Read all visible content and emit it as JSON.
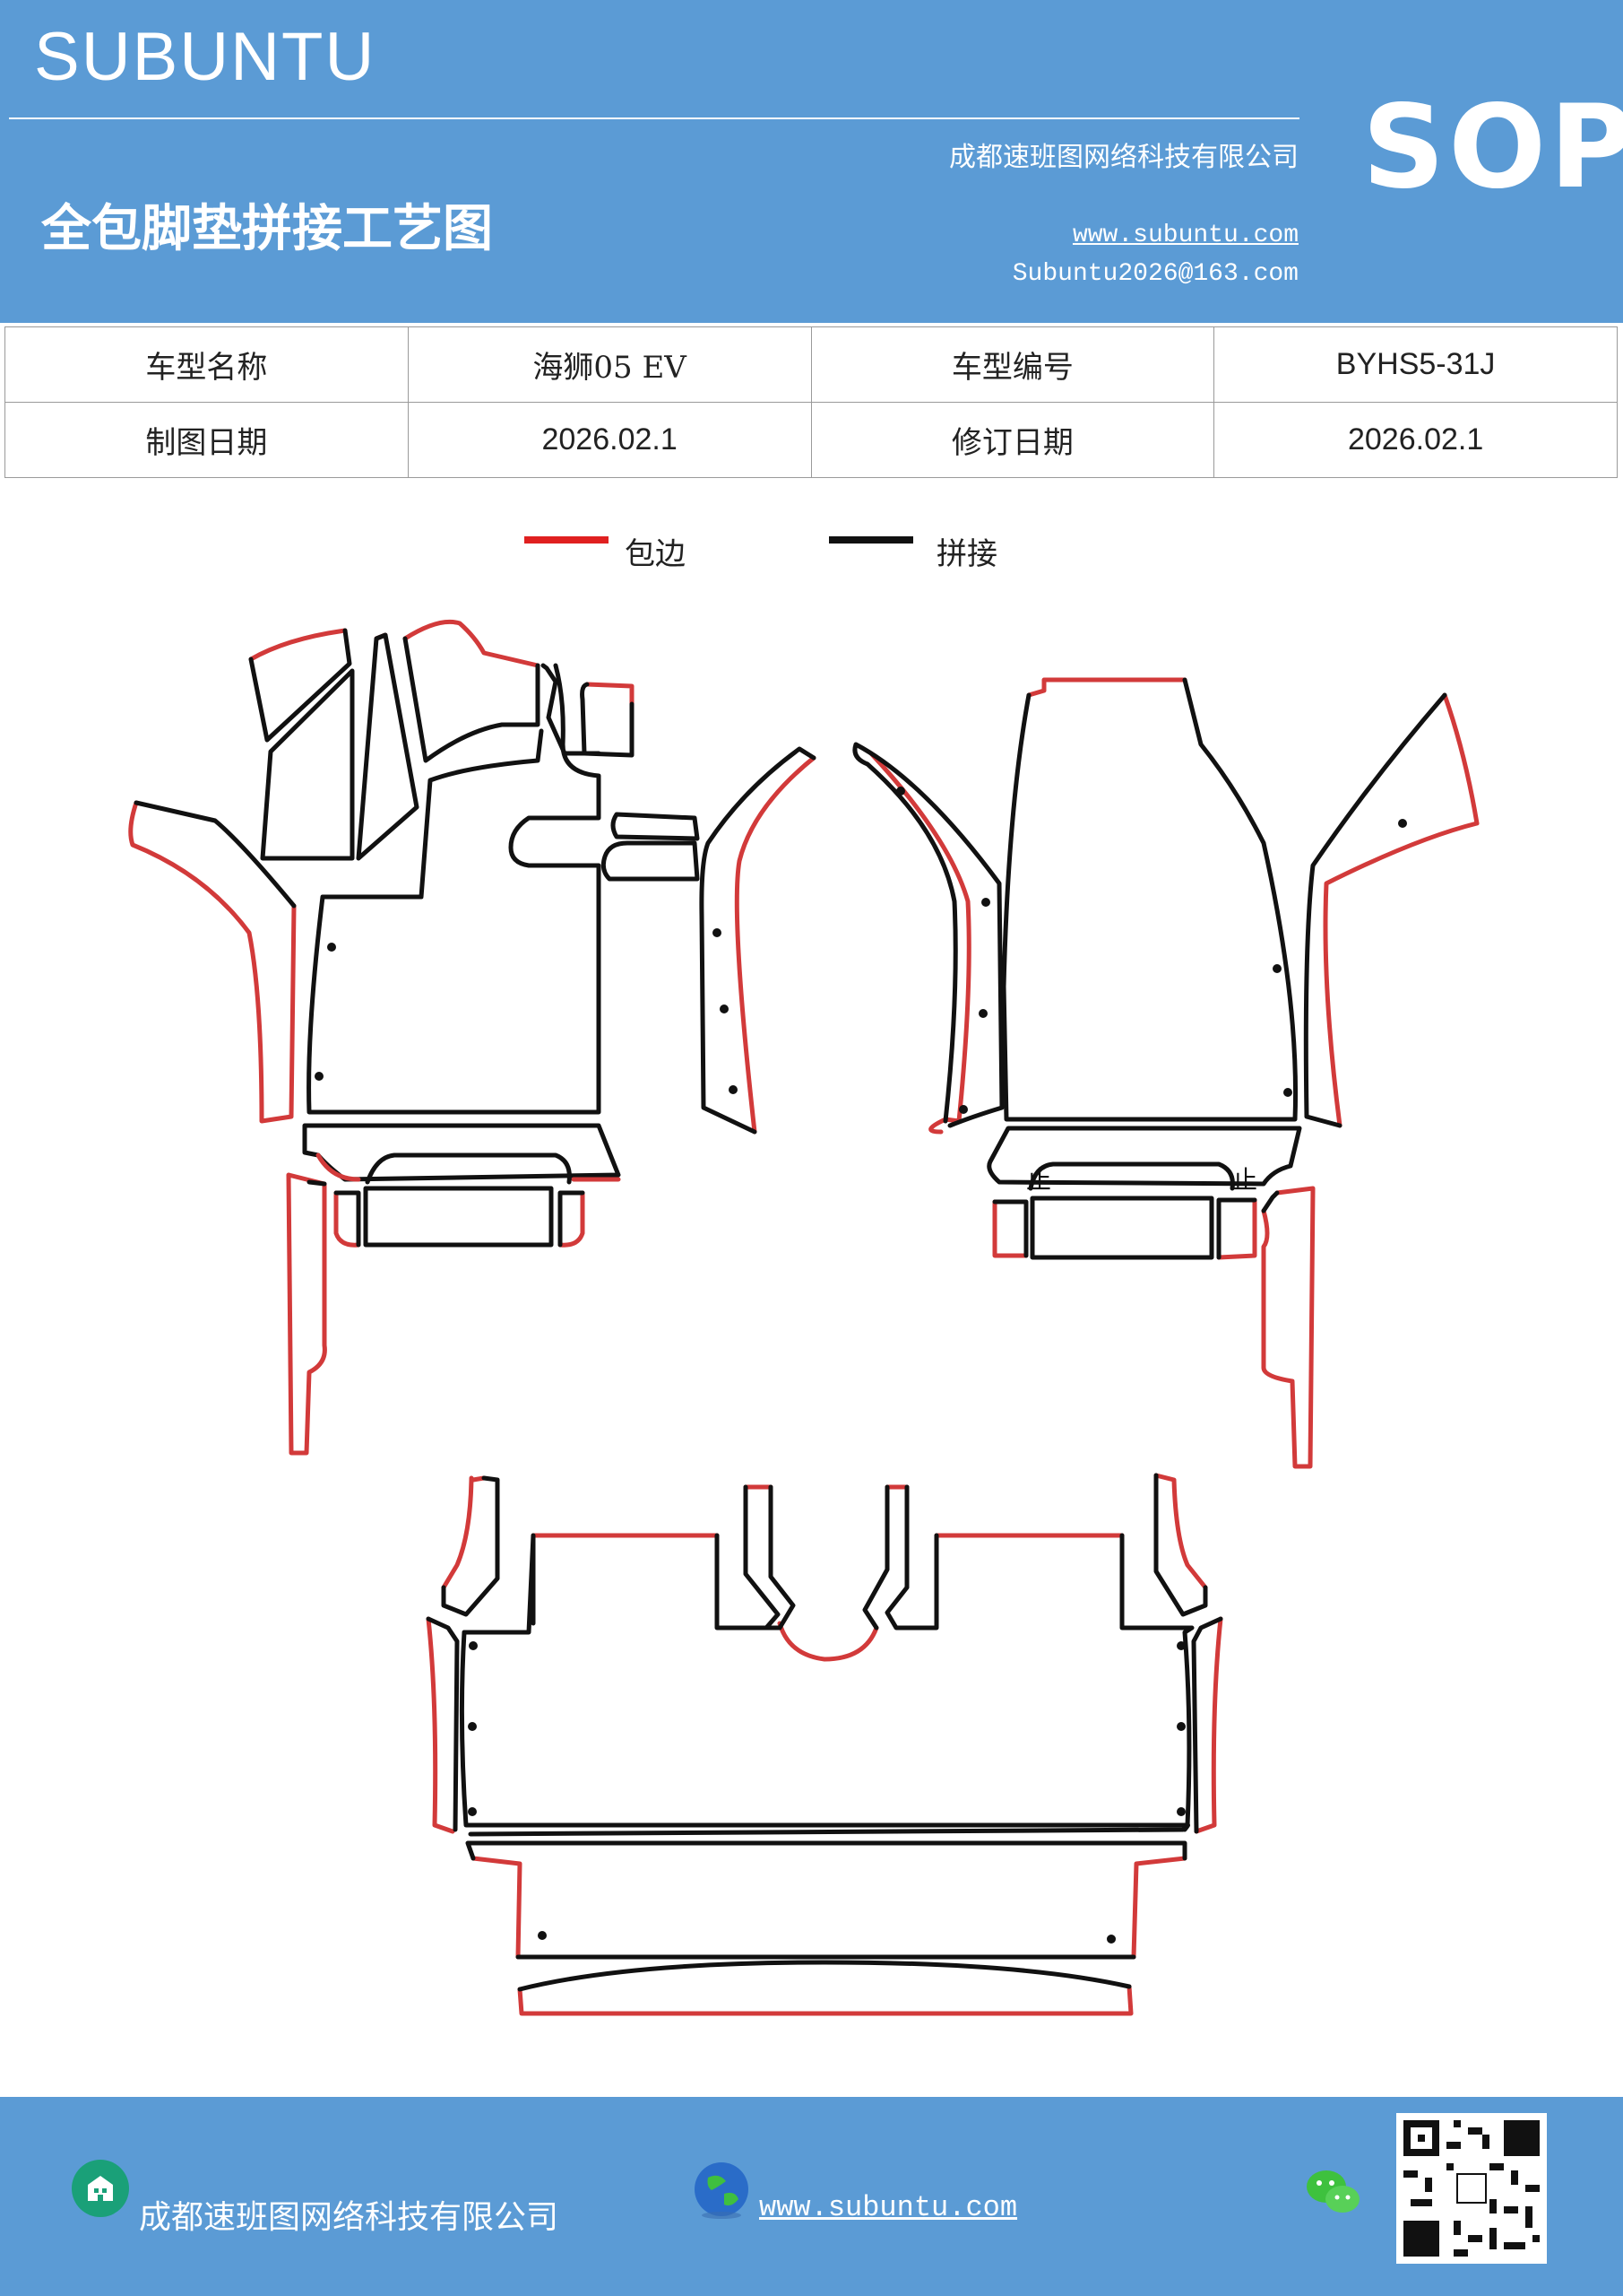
{
  "header": {
    "brand": "SUBUNTU",
    "title": "全包脚垫拼接工艺图",
    "company": "成都速班图网络科技有限公司",
    "website": "www.subuntu.com",
    "email": "Subuntu2026@163.com",
    "badge": "SOP"
  },
  "info": {
    "row1": [
      "车型名称",
      "海狮05  EV",
      "车型编号",
      "BYHS5-31J"
    ],
    "row2": [
      "制图日期",
      "2026.02.1",
      "修订日期",
      "2026.02.1"
    ]
  },
  "legend": {
    "edge": {
      "label": "包边",
      "color": "#e02020"
    },
    "seam": {
      "label": "拼接",
      "color": "#111111"
    }
  },
  "diagram": {
    "marks": [
      "止",
      "止"
    ],
    "colors": {
      "edge": "#d23a3a",
      "seam": "#111111"
    }
  },
  "footer": {
    "company": "成都速班图网络科技有限公司",
    "website": "www.subuntu.com",
    "icons": [
      "building-icon",
      "globe-icon",
      "wechat-icon",
      "qr-code"
    ]
  }
}
